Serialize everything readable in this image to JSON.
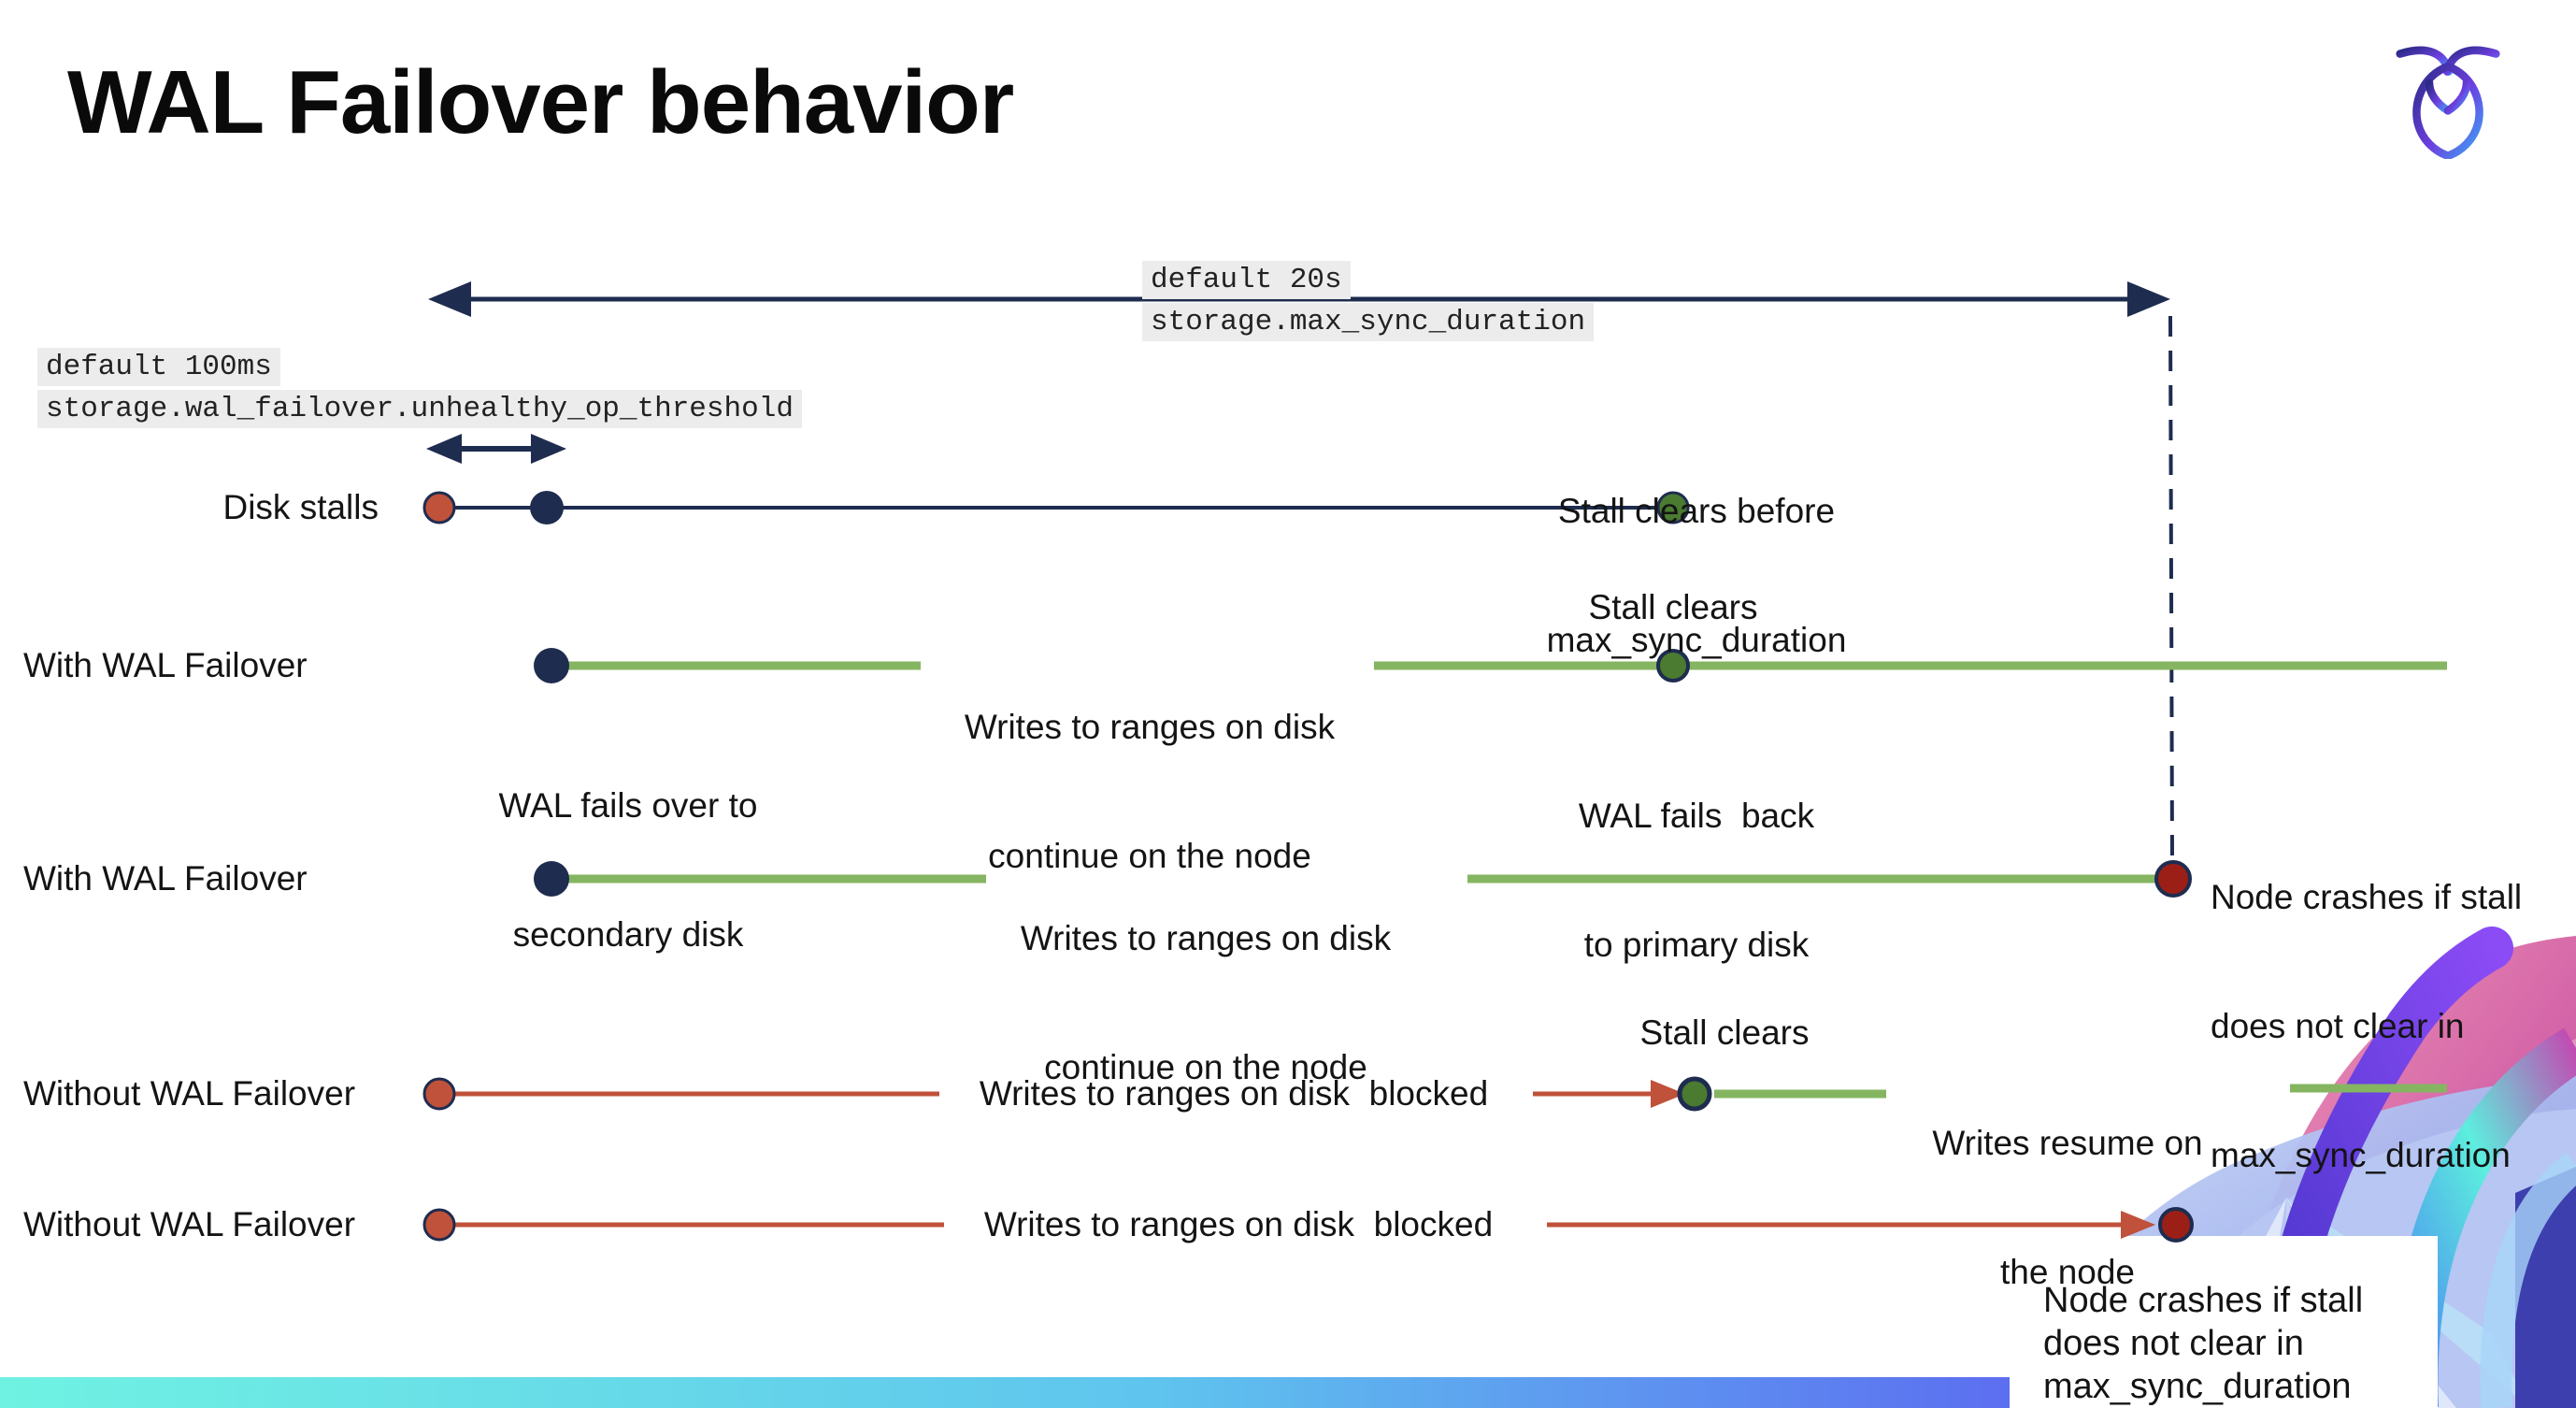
{
  "slide": {
    "title": "WAL Failover behavior",
    "logo_icon": "cockroachdb-logo"
  },
  "settings": {
    "max_sync_duration": {
      "default_label": "default 20s",
      "setting_name": "storage.max_sync_duration"
    },
    "unhealthy_op_threshold": {
      "default_label": "default 100ms",
      "setting_name": "storage.wal_failover.unhealthy_op_threshold"
    }
  },
  "rows": {
    "disk_stalls": {
      "label": "Disk stalls",
      "stall_clears_line1": "Stall clears before",
      "stall_clears_line2": "max_sync_duration"
    },
    "with_failover_clears": {
      "label": "With WAL Failover",
      "failover_line1": "WAL fails over to",
      "failover_line2": "secondary disk",
      "writes_line1": "Writes to ranges on disk",
      "writes_line2": "continue on the node",
      "stall_clears": "Stall clears",
      "failback_line1": "WAL fails  back",
      "failback_line2": "to primary disk"
    },
    "with_failover_crash": {
      "label": "With WAL Failover",
      "writes_line1": "Writes to ranges on disk",
      "writes_line2": "continue on the node",
      "crash_line1": "Node crashes if stall",
      "crash_line2": "does not clear in",
      "crash_line3": "max_sync_duration"
    },
    "without_failover_clears": {
      "label": "Without WAL Failover",
      "blocked_note": "Writes to ranges on disk  blocked",
      "stall_clears": "Stall clears",
      "resume_line1": "Writes resume on",
      "resume_line2": "the node"
    },
    "without_failover_crash": {
      "label": "Without WAL Failover",
      "blocked_note": "Writes to ranges on disk  blocked",
      "crash_line1": "Node crashes if stall",
      "crash_line2": "does not clear in",
      "crash_line3": "max_sync_duration"
    }
  },
  "colors": {
    "navy": "#1e2c4f",
    "green_line": "#85b561",
    "green_dot": "#4a7b30",
    "red": "#c0513a",
    "dark_red": "#9b1f17",
    "code_background": "#ececec",
    "footer_gradient_left": "#6ff2e2",
    "footer_gradient_right": "#5b5ff0"
  }
}
